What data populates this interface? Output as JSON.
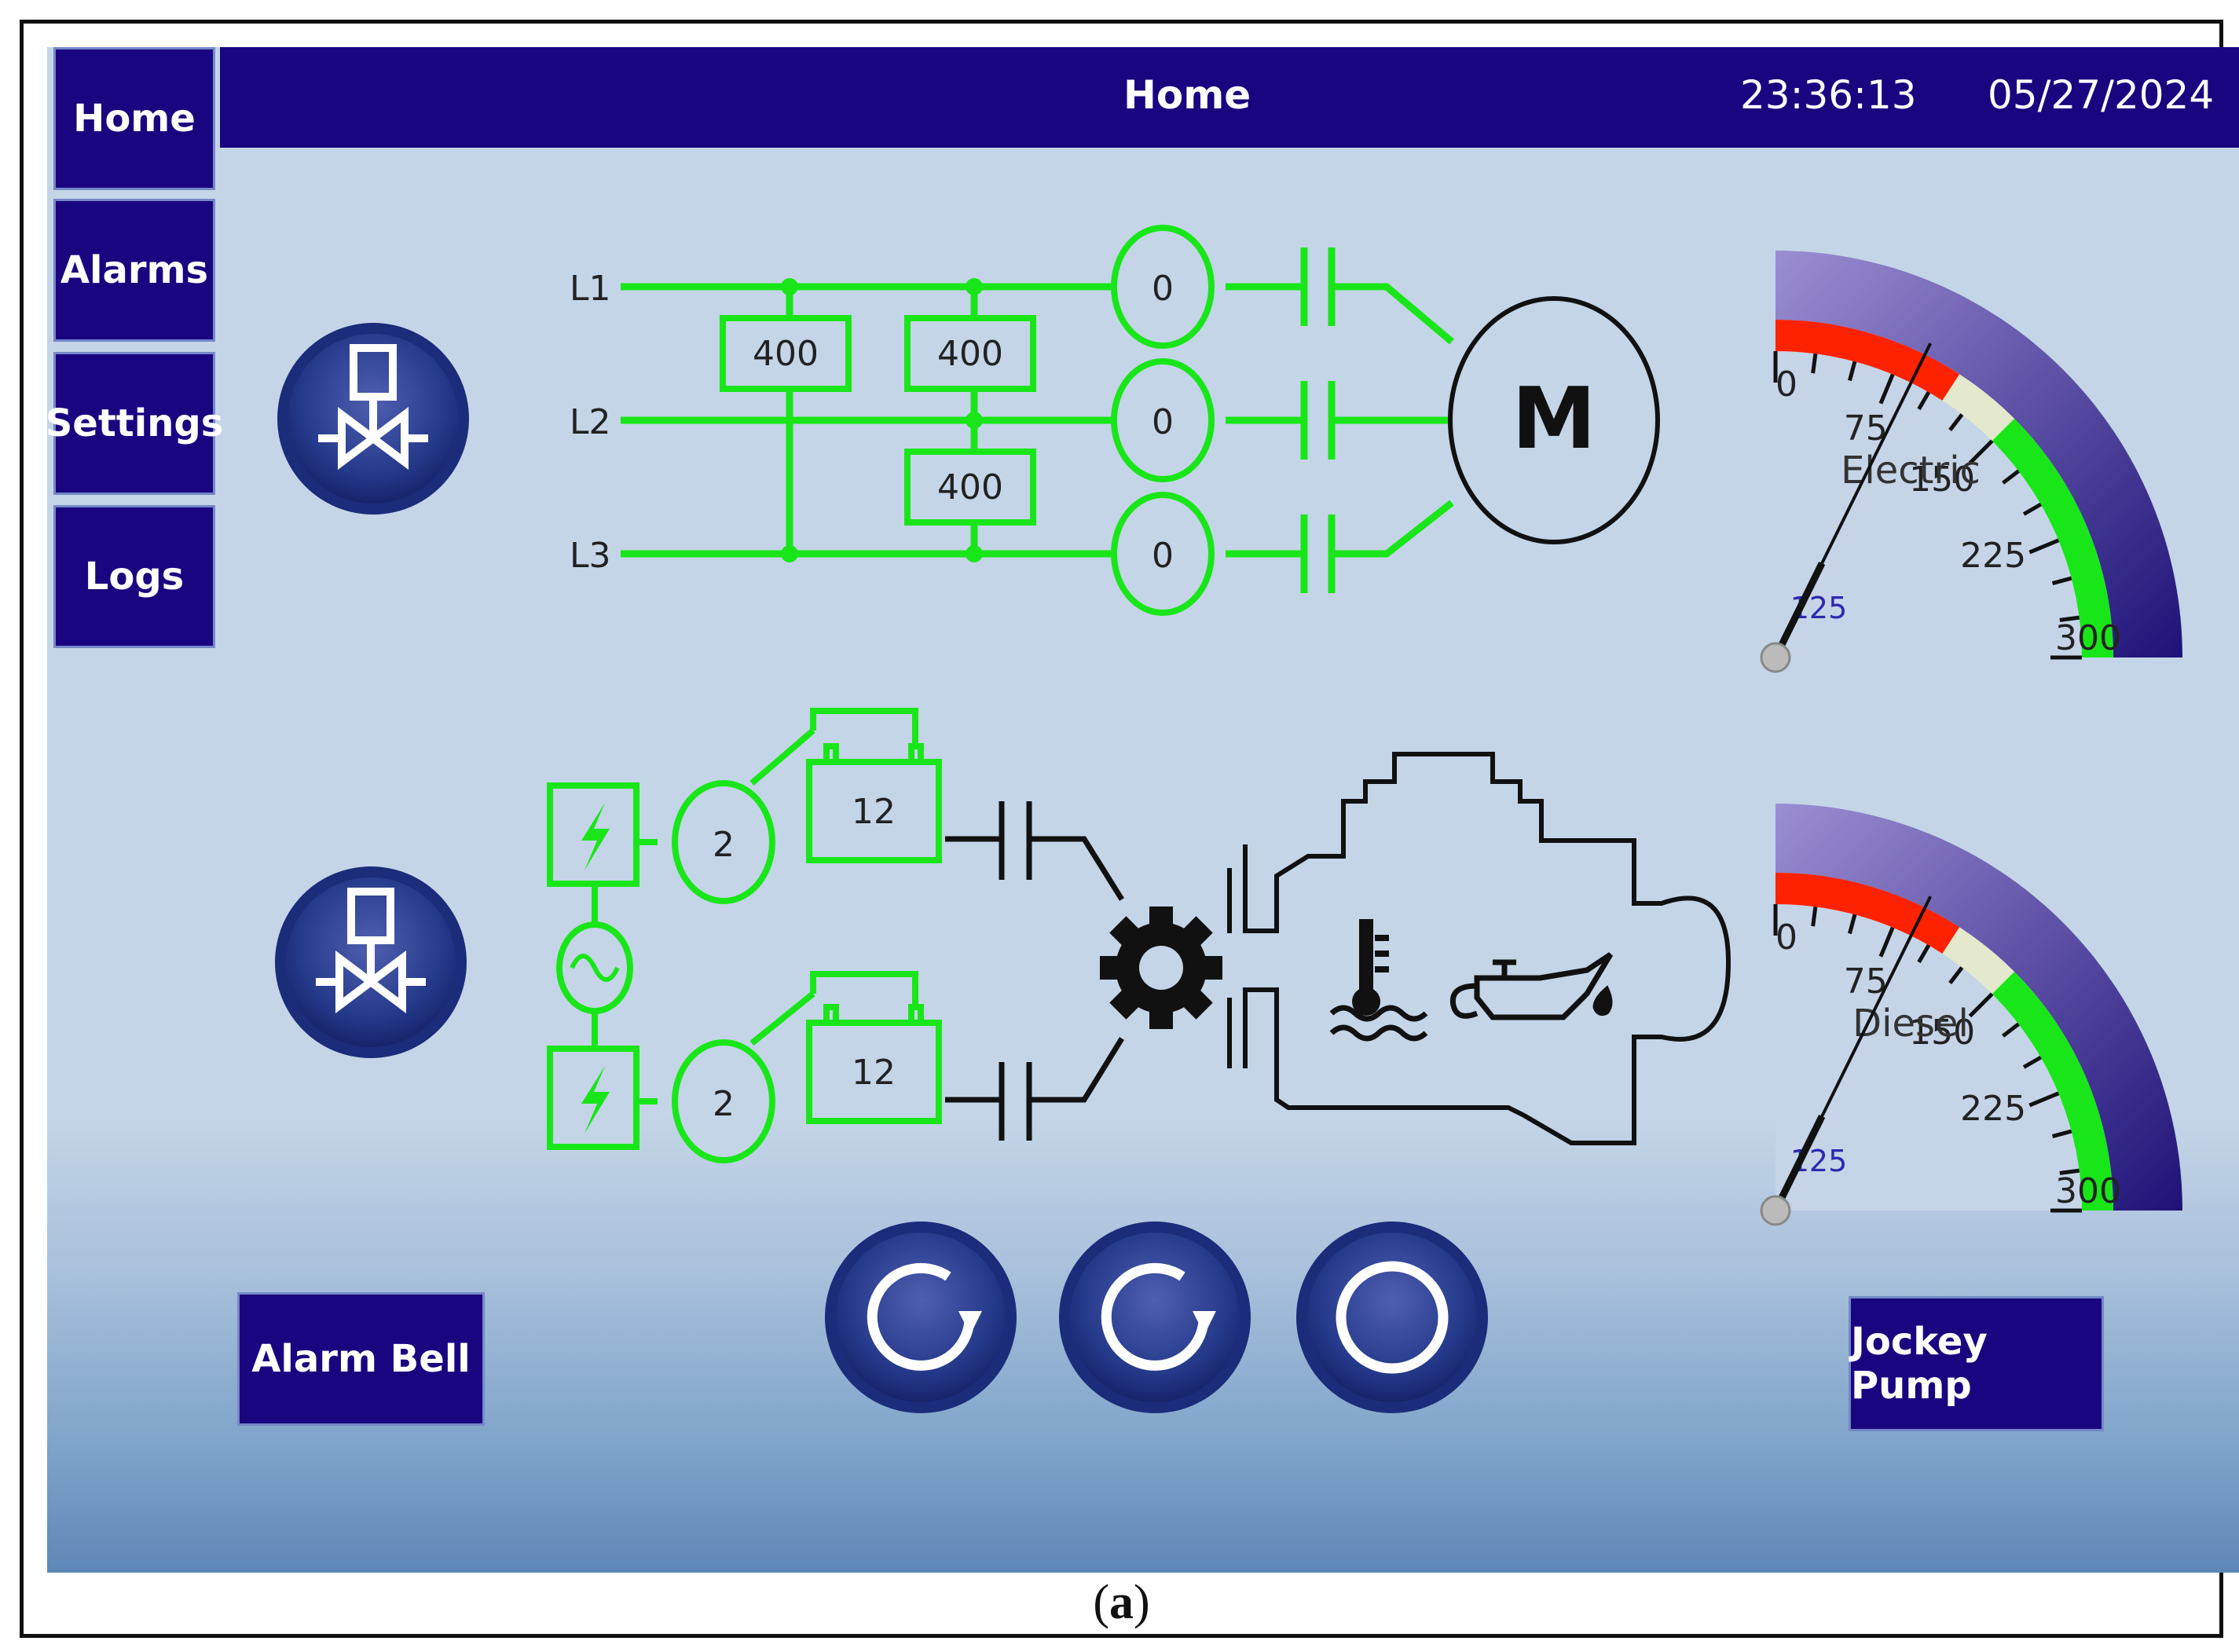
{
  "header": {
    "title": "Home",
    "time": "23:36:13",
    "date": "05/27/2024"
  },
  "nav": {
    "home": "Home",
    "alarms": "Alarms",
    "settings": "Settings",
    "logs": "Logs"
  },
  "electric_line": {
    "lines": [
      "L1",
      "L2",
      "L3"
    ],
    "voltages": [
      "400",
      "400",
      "400"
    ],
    "currents": [
      "0",
      "0",
      "0"
    ],
    "motor_label": "M"
  },
  "diesel_line": {
    "chargers": [
      "2",
      "2"
    ],
    "batteries": [
      "12",
      "12"
    ]
  },
  "gauges": [
    {
      "label": "Electric",
      "value": 125,
      "value_text": "125",
      "ticks": [
        "0",
        "75",
        "150",
        "225",
        "300"
      ]
    },
    {
      "label": "Diesel",
      "value": 125,
      "value_text": "125",
      "ticks": [
        "0",
        "75",
        "150",
        "225",
        "300"
      ]
    }
  ],
  "buttons": {
    "alarm_bell": "Alarm Bell",
    "jockey_pump": "Jockey Pump"
  },
  "colors": {
    "header": "#1a0580",
    "line": "#19e619",
    "alarm_zone": "#ff2200",
    "ok_zone": "#19e619",
    "gauge_rim": "#2a1a8a"
  },
  "caption": {
    "open": "(",
    "letter": "a",
    "close": ")"
  }
}
